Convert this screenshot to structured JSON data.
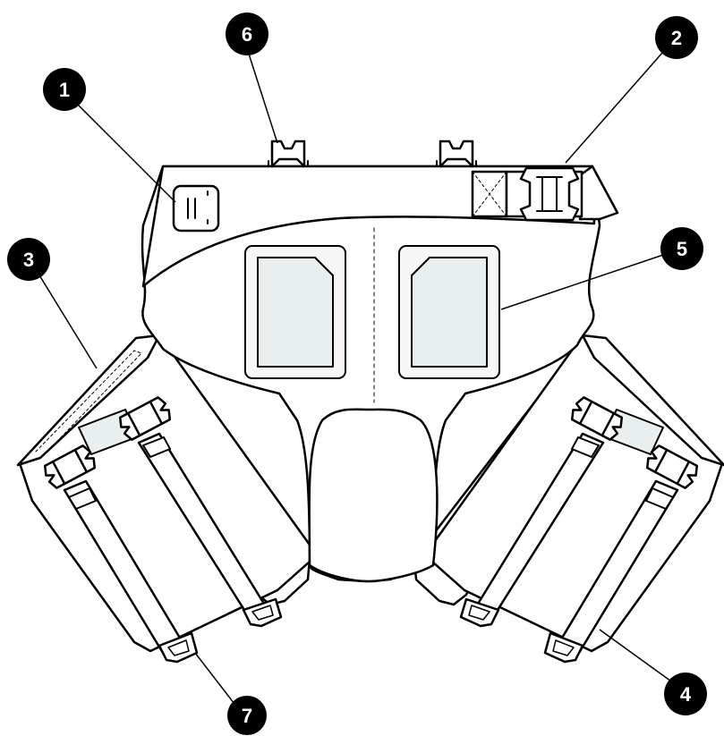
{
  "diagram": {
    "colors": {
      "outline": "#000000",
      "fill": "#ffffff",
      "panel_fill": "#e9eeee",
      "panel_frame": "#f7f7f7",
      "callout": "#000000",
      "callout_text": "#ffffff"
    },
    "callouts": [
      {
        "id": "c1",
        "label": "1"
      },
      {
        "id": "c2",
        "label": "2"
      },
      {
        "id": "c3",
        "label": "3"
      },
      {
        "id": "c4",
        "label": "4"
      },
      {
        "id": "c5",
        "label": "5"
      },
      {
        "id": "c6",
        "label": "6"
      },
      {
        "id": "c7",
        "label": "7"
      }
    ]
  }
}
